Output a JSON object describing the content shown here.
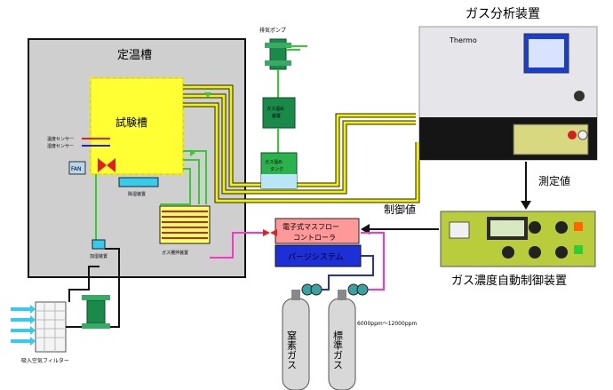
{
  "labels": {
    "chamber": "定温槽",
    "test_tank": "試験槽",
    "exhaust_pump": "排気ポンプ",
    "gas_analyzer": "ガス分析装置",
    "analyzer_brand": "Thermo",
    "measured_value": "測定値",
    "control_value": "制御値",
    "mfc_line1": "電子式マスフロー",
    "mfc_line2": "コントローラ",
    "purge_system": "パージシステム",
    "gas_controller": "ガス濃度自動制御装置",
    "nitrogen": "窒素ガス",
    "standard_gas": "標準ガス",
    "concentration": "6000ppm〜12000ppm",
    "temp_sensor": "温度センサー",
    "humidity_sensor": "湿度センサー",
    "fan": "FAN",
    "dehumidifier": "除湿装置",
    "humidifier": "加湿装置",
    "gas_mixer": "ガス攪拌装置",
    "gas_reservoir_1": "ガス溜め",
    "gas_reservoir_2": "装置",
    "gas_tank_1": "ガス溜め",
    "gas_tank_2": "タンク",
    "intake_filter": "吸入空気フィルター"
  },
  "colors": {
    "chamber_fill": "#cfcfcf",
    "test_tank_fill": "#ffff33",
    "pipe_yellow": "#f2f200",
    "pipe_green": "#33cc33",
    "pipe_magenta": "#ff33cc",
    "pipe_blue": "#1f2fd6",
    "mfc_fill": "#ff9999",
    "purge_fill": "#1d2fd6",
    "pump_green": "#1a8a4a"
  }
}
